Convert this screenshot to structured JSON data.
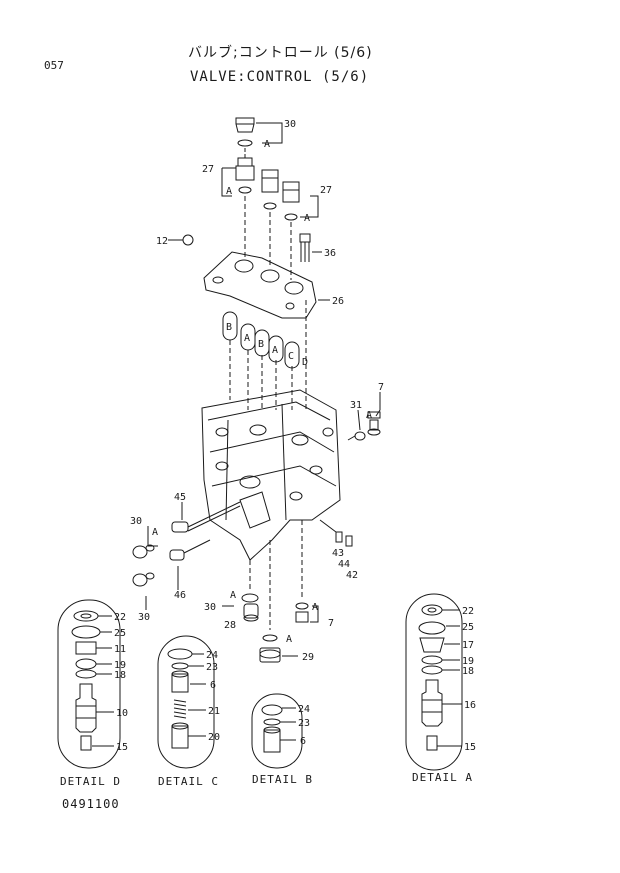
{
  "page_number": "057",
  "title_jp": "バルブ;コントロール (5/6)",
  "title_en": "VALVE:CONTROL (5/6)",
  "document_code": "0491100",
  "details": {
    "d": "DETAIL D",
    "c": "DETAIL C",
    "b": "DETAIL B",
    "a": "DETAIL A"
  },
  "callouts": {
    "p30_top": "30",
    "a_top": "A",
    "p27_left": "27",
    "a_left": "A",
    "p27_right": "27",
    "a_right": "A",
    "p12": "12",
    "p36": "36",
    "p26": "26",
    "s_b1": "B",
    "s_a1": "A",
    "s_b2": "B",
    "s_a2": "A",
    "s_c": "C",
    "s_d": "D",
    "p31": "31",
    "p7_top": "7",
    "a_side": "A",
    "p45": "45",
    "p30_mid": "30",
    "a_mid": "A",
    "p30_low": "30",
    "p46": "46",
    "p43": "43",
    "p44": "44",
    "p42": "42",
    "p30_bot": "30",
    "a_bot": "A",
    "p28": "28",
    "a_bot_r": "A",
    "p7_bot": "7",
    "a_29": "A",
    "p29": "29",
    "d22": "22",
    "d25": "25",
    "d11": "11",
    "d19": "19",
    "d18": "18",
    "d10": "10",
    "d15": "15",
    "c24": "24",
    "c23": "23",
    "c6": "6",
    "c21": "21",
    "c20": "20",
    "b24": "24",
    "b23": "23",
    "b6": "6",
    "a22": "22",
    "a25": "25",
    "a17": "17",
    "a19": "19",
    "a18": "18",
    "a16": "16",
    "a15": "15"
  }
}
